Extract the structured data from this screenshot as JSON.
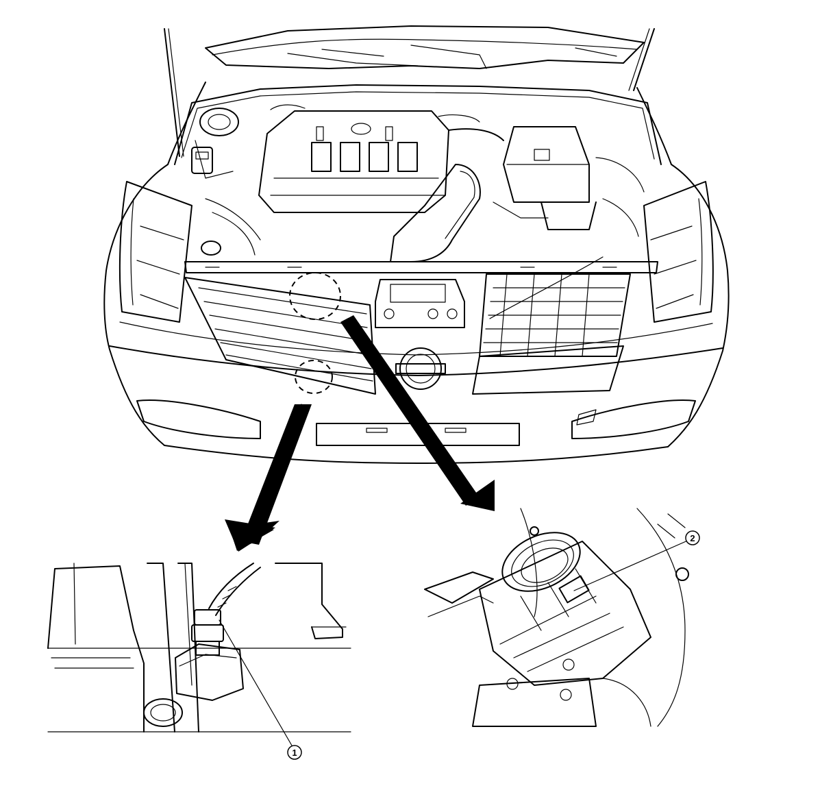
{
  "callouts": [
    {
      "id": "callout-1",
      "number": "1"
    },
    {
      "id": "callout-2",
      "number": "2"
    }
  ]
}
